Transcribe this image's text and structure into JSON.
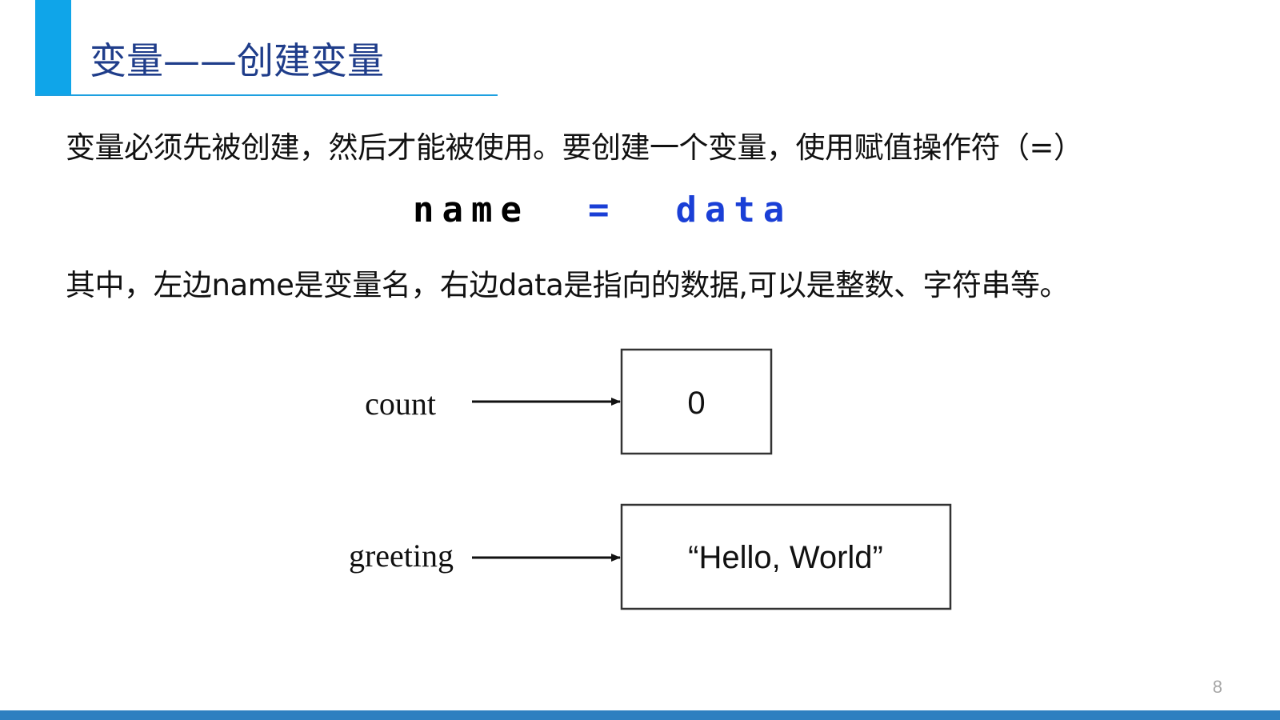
{
  "slide": {
    "title": "变量——创建变量",
    "paragraph1": "变量必须先被创建，然后才能被使用。要创建一个变量，使用赋值操作符（=）",
    "code": {
      "name": "name",
      "equals": "=",
      "data": "data"
    },
    "paragraph2": "其中，左边name是变量名，右边data是指向的数据,可以是整数、字符串等。",
    "page_number": "8",
    "colors": {
      "accent": "#0fa5e9",
      "title": "#1f3d8a",
      "code_highlight": "#1a3fd6",
      "bottom_bar": "#2e7fc0"
    }
  },
  "diagram": {
    "items": [
      {
        "label": "count",
        "value": "0"
      },
      {
        "label": "greeting",
        "value": "“Hello, World”"
      }
    ]
  }
}
